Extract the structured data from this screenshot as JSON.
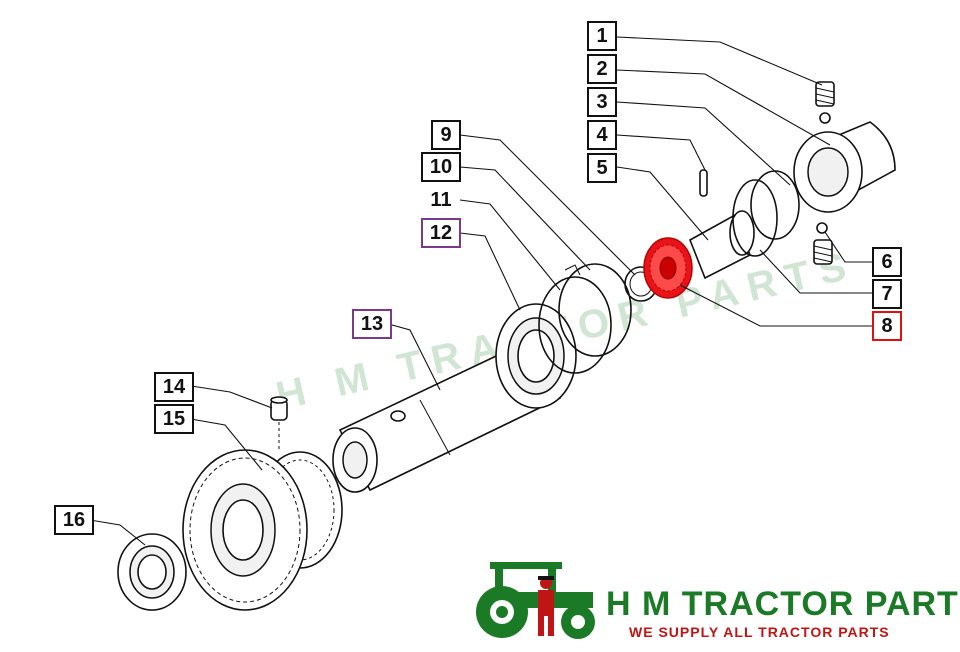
{
  "diagram": {
    "labels": [
      {
        "id": "1",
        "text": "1",
        "highlight": "none"
      },
      {
        "id": "2",
        "text": "2",
        "highlight": "none"
      },
      {
        "id": "3",
        "text": "3",
        "highlight": "none"
      },
      {
        "id": "4",
        "text": "4",
        "highlight": "none"
      },
      {
        "id": "5",
        "text": "5",
        "highlight": "none"
      },
      {
        "id": "6",
        "text": "6",
        "highlight": "none"
      },
      {
        "id": "7",
        "text": "7",
        "highlight": "none"
      },
      {
        "id": "8",
        "text": "8",
        "highlight": "red"
      },
      {
        "id": "9",
        "text": "9",
        "highlight": "none"
      },
      {
        "id": "10",
        "text": "10",
        "highlight": "none"
      },
      {
        "id": "11",
        "text": "11",
        "highlight": "none"
      },
      {
        "id": "12",
        "text": "12",
        "highlight": "purple"
      },
      {
        "id": "13",
        "text": "13",
        "highlight": "purple"
      },
      {
        "id": "14",
        "text": "14",
        "highlight": "none"
      },
      {
        "id": "15",
        "text": "15",
        "highlight": "none"
      },
      {
        "id": "16",
        "text": "16",
        "highlight": "none"
      }
    ],
    "highlight_color": "#e8141a"
  },
  "watermark": {
    "text": "H M TRACTOR PARTS"
  },
  "brand": {
    "name": "H M TRACTOR PARTS",
    "tagline": "WE SUPPLY ALL TRACTOR PARTS",
    "name_color": "#1a7a26",
    "tagline_color": "#c01515",
    "logo_icon": "tractor-farmer-icon"
  }
}
